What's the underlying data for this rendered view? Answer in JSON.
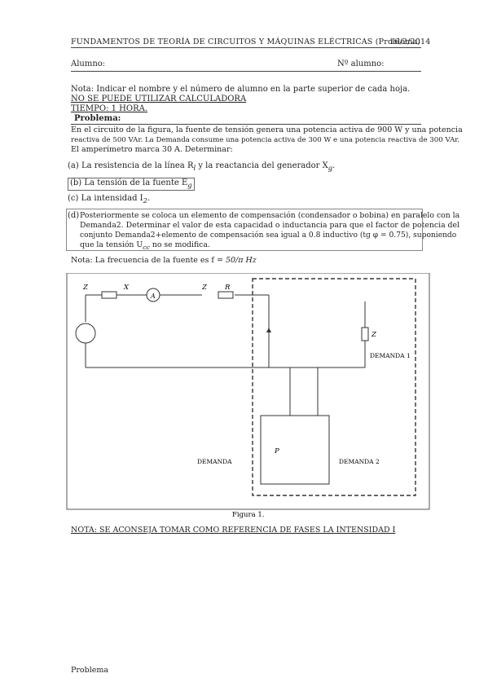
{
  "header": {
    "course": "FUNDAMENTOS DE TEORÍA DE CIRCUITOS Y MÁQUINAS ELÉCTRICAS (Problema)",
    "date": "16/2/2014"
  },
  "student": {
    "name_label": "Alumno:",
    "number_label": "Nº alumno:"
  },
  "notes": {
    "note": "Nota: Indicar el nombre y el número de alumno en la parte superior de cada hoja.",
    "no_calc": "NO SE PUEDE UTILIZAR CALCULADORA",
    "time": "TIEMPO: 1 HORA."
  },
  "problem": {
    "title": "Problema:",
    "intro_l1": "En el circuito de la figura, la fuente de tensión genera una potencia activa de 900 W y una potencia",
    "intro_l2": "reactiva de 500 VAr. La Demanda consume una potencia activa de 300 W e una potencia reactiva de 300 VAr.",
    "intro_l3": "El amperímetro marca 30 A. Determinar:",
    "a_tag": "(a)",
    "a_text": "La resistencia de la línea R",
    "a_text2": " y la reactancia del generador X",
    "b_tag": "(b)",
    "b_text": "La tensión de la fuente E",
    "c_tag": "(c)",
    "c_text": "La intensidad I",
    "d_tag": "(d)",
    "d_l1": "Posteriormente se coloca un elemento de compensación (condensador o bobina) en paralelo con la",
    "d_l2": "Demanda2. Determinar el valor de esta capacidad o inductancia para que el factor de potencia del",
    "d_l3": "conjunto Demanda2+elemento de compensación sea igual a 0.8 inductivo (tg φ = 0.75), suponiendo",
    "d_l4": "que la tensión U",
    "d_l4b": " no se modifica.",
    "data_note": "Nota: La frecuencia de la fuente es f = "
  },
  "figure": {
    "zg_label": "Z",
    "zl_label": "Z",
    "xg": "X",
    "rl": "R",
    "amp": "A",
    "z1_label": "Z",
    "demanda1": "DEMANDA 1",
    "demanda": "DEMANDA",
    "demanda2": "DEMANDA 2",
    "p2q2": "P",
    "caption": "Figura 1."
  },
  "footer_note": "NOTA: SE ACONSEJA TOMAR COMO REFERENCIA DE FASES LA INTENSIDAD I",
  "page_footer": "Problema"
}
